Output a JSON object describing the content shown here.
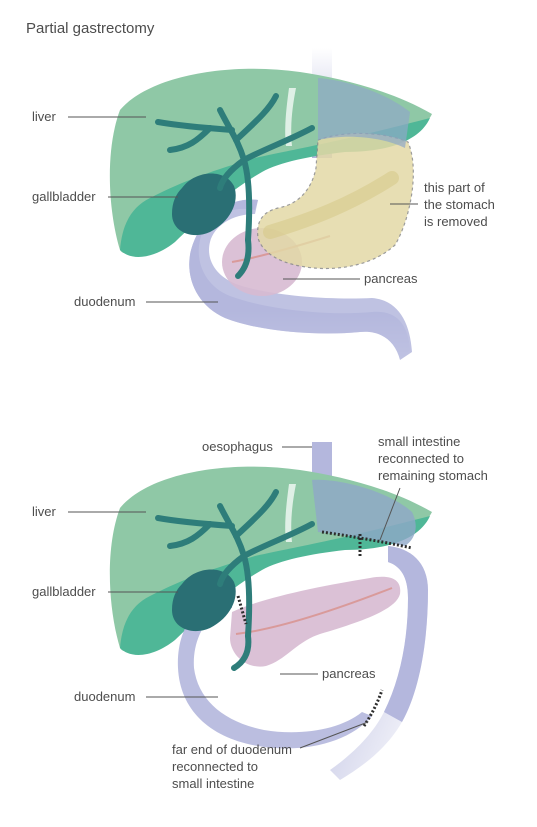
{
  "title": "Partial gastrectomy",
  "top": {
    "liver": "liver",
    "gallbladder": "gallbladder",
    "duodenum": "duodenum",
    "pancreas": "pancreas",
    "removed": [
      "this part of",
      "the stomach",
      "is removed"
    ]
  },
  "bottom": {
    "oesophagus": "oesophagus",
    "liver": "liver",
    "gallbladder": "gallbladder",
    "duodenum": "duodenum",
    "pancreas": "pancreas",
    "reconnected_stomach": [
      "small intestine",
      "reconnected to",
      "remaining stomach"
    ],
    "reconnected_duodenum": [
      "far end of duodenum",
      "reconnected to",
      "small intestine"
    ]
  },
  "colors": {
    "liver": "#8fc8a6",
    "liver_dark": "#4fb797",
    "bile_duct": "#2e7d7a",
    "gallbladder": "#2a6f74",
    "intestine": "#b4b7dd",
    "pancreas": "#d7bad2",
    "removed_stomach": "#e3d9a6",
    "stomach": "#8fa8c8"
  }
}
